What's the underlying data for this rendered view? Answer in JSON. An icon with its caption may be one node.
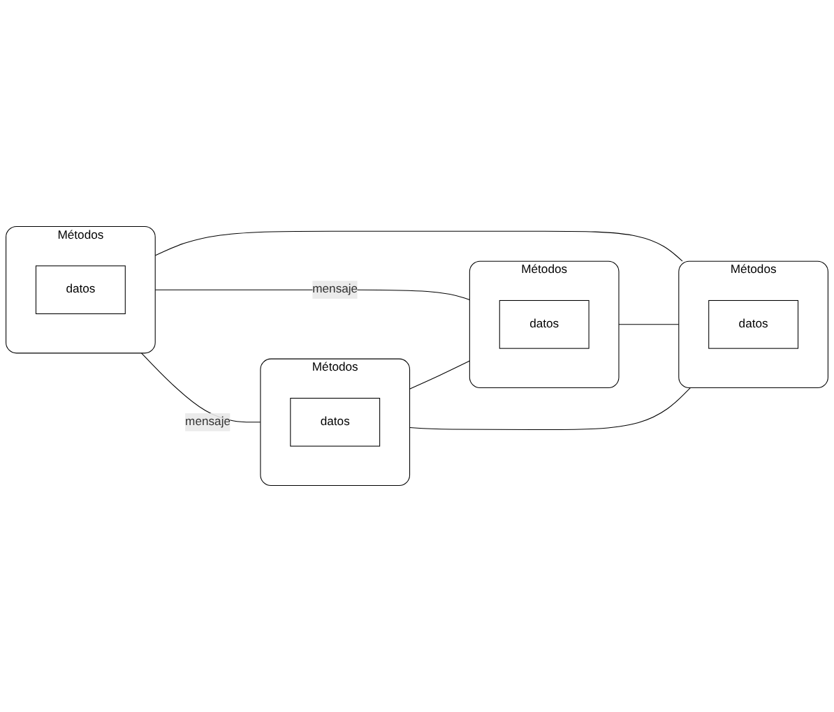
{
  "diagram": {
    "nodes": [
      {
        "text": [
          "Métodos"
        ]
      },
      {
        "text": [
          "datos"
        ],
        "in": 0
      },
      {
        "text": [
          "Métodos"
        ]
      },
      {
        "text": [
          "datos"
        ],
        "in": 2
      },
      {
        "text": [
          "Métodos"
        ]
      },
      {
        "text": [
          "datos"
        ],
        "in": 4
      },
      {
        "text": [
          "Métodos"
        ]
      },
      {
        "text": [
          "datos"
        ],
        "in": 6
      }
    ],
    "edges": [
      {
        "from": 0,
        "to": 2,
        "arrow": "none",
        "label": "mensaje"
      },
      {
        "from": 0,
        "to": 4,
        "arrow": "none",
        "label": "mensaje"
      },
      {
        "from": 0,
        "to": 6,
        "arrow": "none"
      },
      {
        "from": 4,
        "to": 2,
        "arrow": "none"
      },
      {
        "from": 2,
        "to": 6,
        "arrow": "none"
      },
      {
        "from": 4,
        "to": 6,
        "arrow": "none"
      }
    ]
  }
}
